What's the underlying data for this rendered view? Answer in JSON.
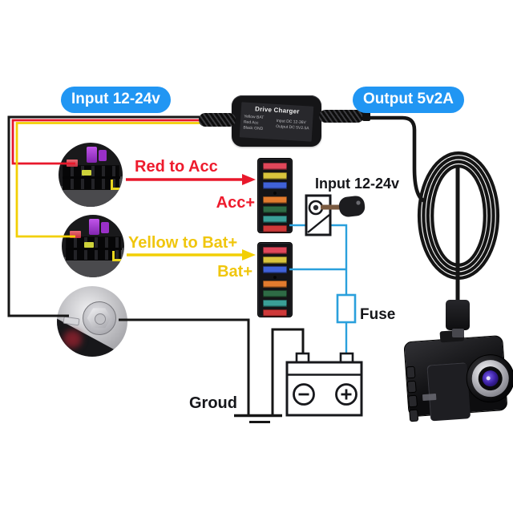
{
  "badges": {
    "input": "Input 12-24v",
    "output": "Output 5v2A"
  },
  "charger": {
    "title": "Drive Charger",
    "wire_legend": [
      "Yellow BAT",
      "Red Acc",
      "Black GND"
    ],
    "specs": [
      "Input DC 12-36V",
      "Output DC 5V2.5A"
    ]
  },
  "annotations": {
    "red_wire": "Red to Acc",
    "acc_terminal": "Acc+",
    "yellow_wire": "Yellow to Bat+",
    "bat_terminal": "Bat+",
    "ignition": "Input 12-24v",
    "fuse": "Fuse",
    "ground": "Groud"
  },
  "colors": {
    "badge_blue": "#2196f3",
    "wire_red": "#e8182b",
    "wire_yellow": "#f2cf05",
    "wire_black": "#161616",
    "circuit_blue": "#2aa0dc"
  }
}
